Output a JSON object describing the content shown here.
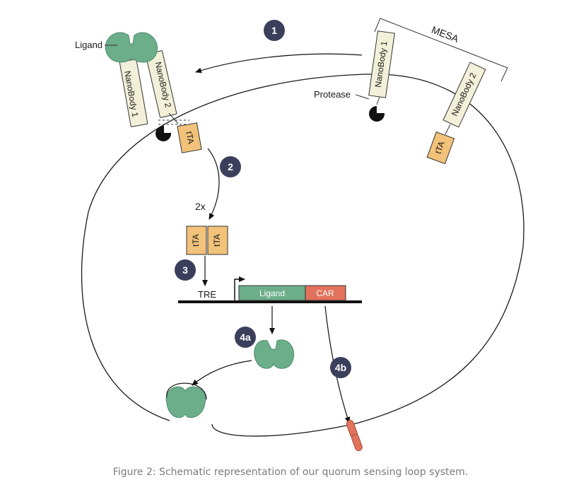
{
  "labels": {
    "ligand": "Ligand",
    "protease": "Protease",
    "mesa": "MESA",
    "nanobody1": "NanoBody 1",
    "nanobody2": "NanoBody 2",
    "tta": "tTA",
    "two_x": "2x",
    "tre": "TRE",
    "gene_ligand": "Ligand",
    "gene_car": "CAR"
  },
  "steps": [
    "1",
    "2",
    "3",
    "4a",
    "4b"
  ],
  "colors": {
    "ligand_green": "#6cae8a",
    "nanobody_fill": "#f2f0d8",
    "tta_orange": "#f2c27a",
    "car_red": "#e2725b",
    "step_navy": "#3b3f5c",
    "protease_black": "#111111"
  },
  "caption": "Figure 2: Schematic representation of our quorum sensing loop system."
}
